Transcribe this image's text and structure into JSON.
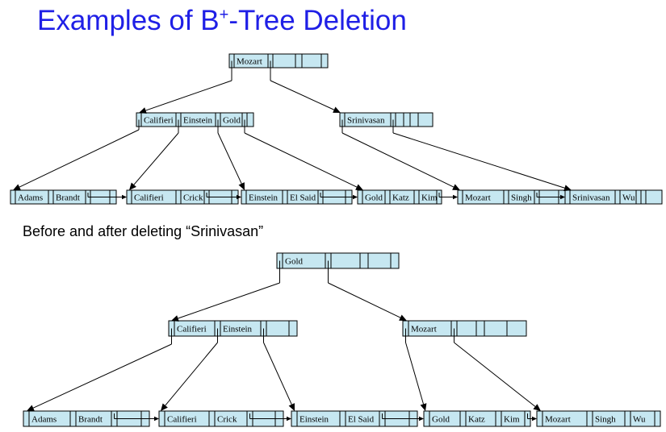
{
  "slide": {
    "title_main": "Examples of B",
    "title_sup": "+",
    "title_tail": "-Tree Deletion",
    "caption": "Before and after deleting “Srinivasan”"
  },
  "before": {
    "root": {
      "keys": [
        "Mozart"
      ]
    },
    "internal": [
      {
        "keys": [
          "Califieri",
          "Einstein",
          "Gold"
        ]
      },
      {
        "keys": [
          "Srinivasan"
        ]
      }
    ],
    "leaves": [
      {
        "keys": [
          "Adams",
          "Brandt"
        ]
      },
      {
        "keys": [
          "Califieri",
          "Crick"
        ]
      },
      {
        "keys": [
          "Einstein",
          "El Said"
        ]
      },
      {
        "keys": [
          "Gold",
          "Katz",
          "Kim"
        ]
      },
      {
        "keys": [
          "Mozart",
          "Singh"
        ]
      },
      {
        "keys": [
          "Srinivasan",
          "Wu"
        ]
      }
    ]
  },
  "after": {
    "root": {
      "keys": [
        "Gold"
      ]
    },
    "internal": [
      {
        "keys": [
          "Califieri",
          "Einstein"
        ]
      },
      {
        "keys": [
          "Mozart"
        ]
      }
    ],
    "leaves": [
      {
        "keys": [
          "Adams",
          "Brandt"
        ]
      },
      {
        "keys": [
          "Califieri",
          "Crick"
        ]
      },
      {
        "keys": [
          "Einstein",
          "El Said"
        ]
      },
      {
        "keys": [
          "Gold",
          "Katz",
          "Kim"
        ]
      },
      {
        "keys": [
          "Mozart",
          "Singh",
          "Wu"
        ]
      }
    ]
  }
}
